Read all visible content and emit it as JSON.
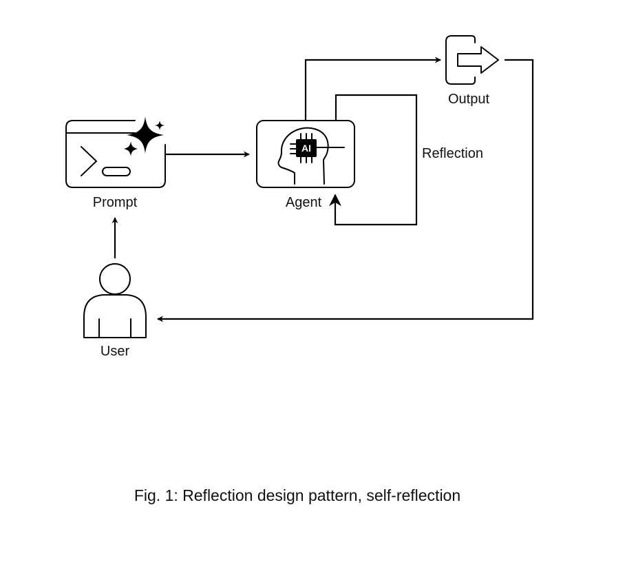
{
  "nodes": {
    "prompt": {
      "label": "Prompt"
    },
    "agent": {
      "label": "Agent",
      "chip_text": "AI"
    },
    "output": {
      "label": "Output"
    },
    "user": {
      "label": "User"
    }
  },
  "edges": {
    "reflection": {
      "label": "Reflection"
    }
  },
  "caption": "Fig. 1: Reflection design pattern, self-reflection"
}
